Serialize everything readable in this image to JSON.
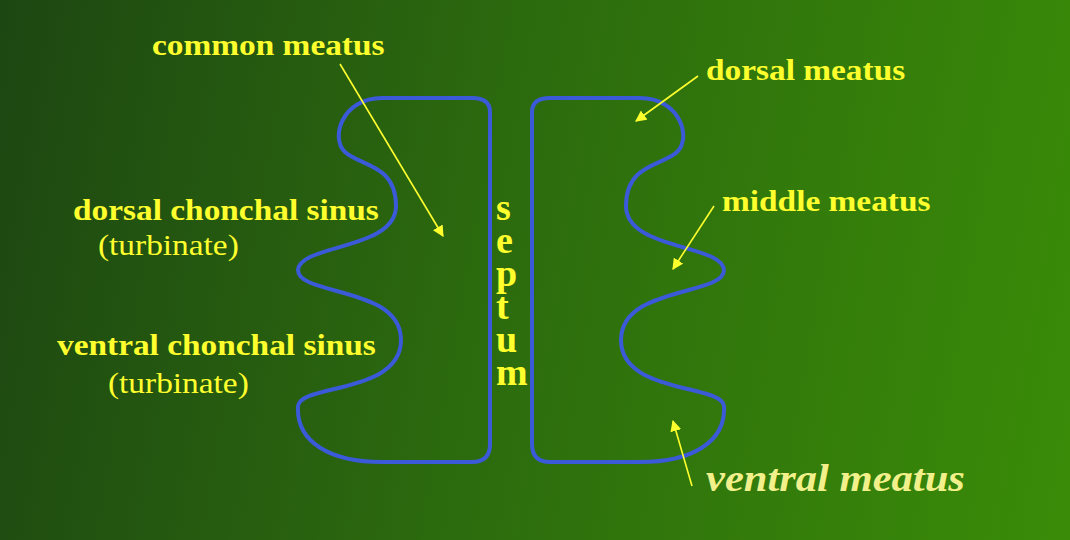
{
  "diagram": {
    "labels": [
      "common meatus",
      "dorsal meatus",
      "dorsal chonchal sinus",
      "(turbinate)",
      "middle meatus",
      "septum",
      "ventral chonchal sinus",
      "(turbinate)",
      "ventral meatus"
    ]
  }
}
